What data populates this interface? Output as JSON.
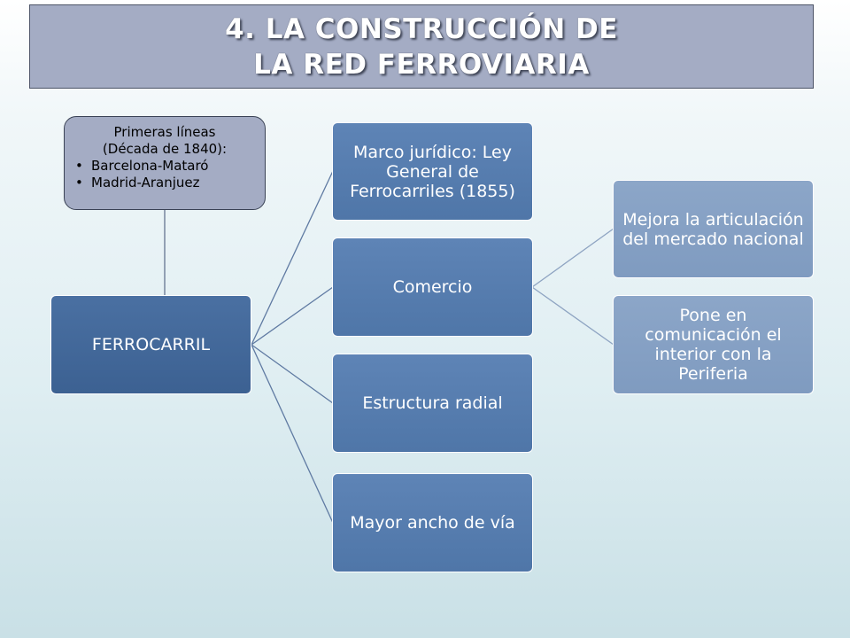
{
  "title": {
    "line1": "4. LA CONSTRUCCIÓN DE",
    "line2": "LA RED FERROVIARIA"
  },
  "callout": {
    "heading_line1": "Primeras líneas",
    "heading_line2": "(Década de 1840):",
    "items": [
      "Barcelona-Mataró",
      "Madrid-Aranjuez"
    ],
    "bullet": "•"
  },
  "diagram": {
    "root": "FERROCARRIL",
    "branches": [
      "Marco jurídico: Ley General de Ferrocarriles (1855)",
      "Comercio",
      "Estructura radial",
      "Mayor ancho de vía"
    ],
    "comercio_children": [
      "Mejora la articulación del mercado nacional",
      "Pone en comunicación el interior con la Periferia"
    ]
  },
  "colors": {
    "title_bg": "#a4acc4",
    "root_node": "#4a70a2",
    "level1_node": "#5e84b6",
    "level2_node": "#8ca6c8",
    "connector": "#6f88ac"
  }
}
